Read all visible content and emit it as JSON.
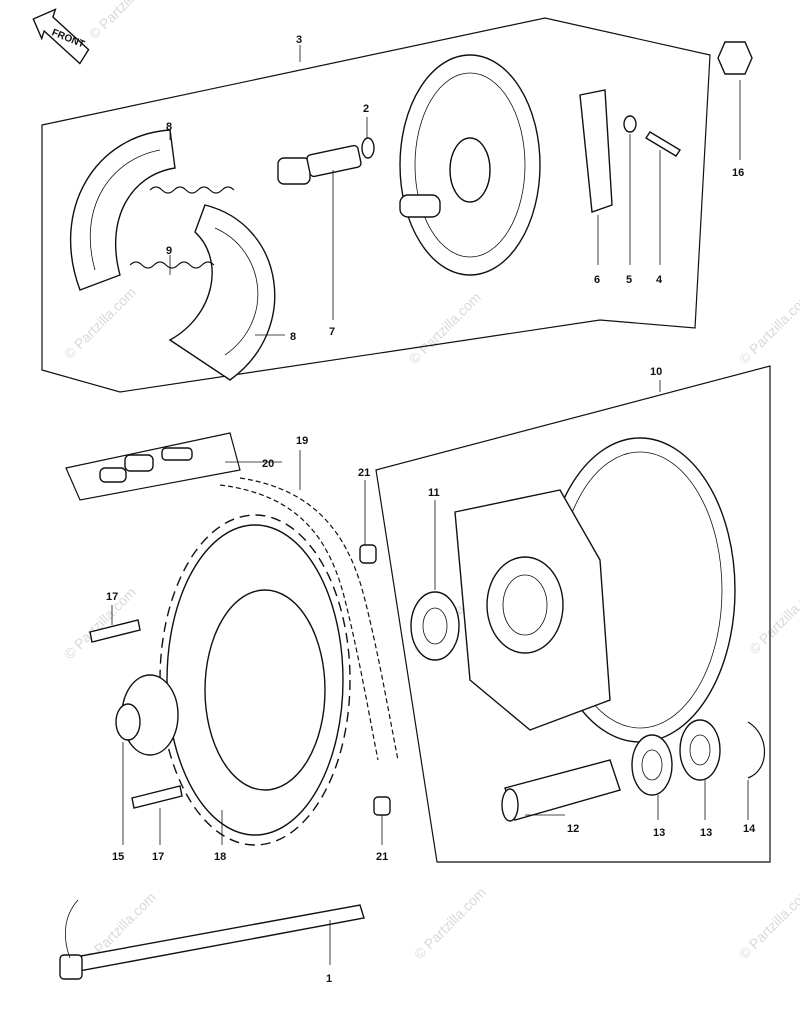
{
  "front_label": "FRONT",
  "watermark": "© Partzilla.com",
  "callouts": {
    "c1": "1",
    "c2": "2",
    "c3": "3",
    "c4": "4",
    "c5": "5",
    "c6": "6",
    "c7": "7",
    "c8a": "8",
    "c8b": "8",
    "c9": "9",
    "c10": "10",
    "c11": "11",
    "c12": "12",
    "c13a": "13",
    "c13b": "13",
    "c14": "14",
    "c15": "15",
    "c16": "16",
    "c17a": "17",
    "c17b": "17",
    "c18": "18",
    "c19": "19",
    "c20": "20",
    "c21a": "21",
    "c21b": "21"
  }
}
